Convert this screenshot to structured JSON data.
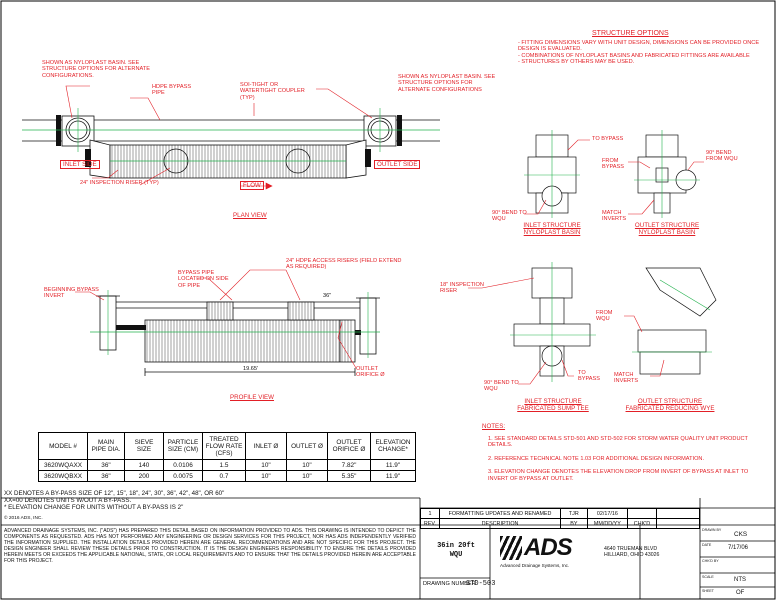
{
  "structure_options": {
    "title": "STRUCTURE OPTIONS",
    "items": [
      "- FITTING DIMENSIONS VARY WITH UNIT DESIGN, DIMENSIONS CAN BE PROVIDED ONCE DESIGN IS EVALUATED.",
      "- COMBINATIONS OF NYLOPLAST BASINS AND FABRICATED FITTINGS ARE AVAILABLE",
      "- STRUCTURES BY OTHERS MAY BE USED."
    ]
  },
  "plan_view": {
    "title": "PLAN VIEW",
    "note_left": "SHOWN AS NYLOPLAST BASIN. SEE STRUCTURE OPTIONS FOR ALTERNATE CONFIGURATIONS.",
    "note_bypass": "HDPE BYPASS PIPE",
    "note_coupler": "SOI-TIGHT OR WATERTIGHT COUPLER (TYP)",
    "note_right": "SHOWN AS NYLOPLAST BASIN. SEE STRUCTURE OPTIONS FOR ALTERNATE CONFIGURATIONS",
    "inlet_side": "INLET SIDE",
    "outlet_side": "OUTLET SIDE",
    "riser": "24\" INSPECTION RISER (TYP)",
    "flow": "FLOW"
  },
  "profile_view": {
    "title": "PROFILE VIEW",
    "note_access": "24\" HDPE ACCESS RISERS (FIELD EXTEND AS REQUIRED)",
    "note_bypass": "BYPASS PIPE LOCATED ON SIDE OF PIPE",
    "note_invert": "BEGINNING BYPASS INVERT",
    "dim_36": "36\"",
    "dim_length": "19.65'",
    "outlet_orifice": "OUTLET ORIFICE Ø"
  },
  "details": {
    "inlet_nylo": {
      "to_bypass": "TO BYPASS",
      "bend": "90° BEND TO WQU",
      "title1": "INLET STRUCTURE",
      "title2": "NYLOPLAST BASIN"
    },
    "outlet_nylo": {
      "from_bypass": "FROM BYPASS",
      "bend": "90° BEND FROM WQU",
      "match": "MATCH INVERTS",
      "title1": "OUTLET STRUCTURE",
      "title2": "NYLOPLAST BASIN"
    },
    "inlet_fab": {
      "riser": "18\" INSPECTION RISER",
      "bend": "90° BEND TO WQU",
      "to_bypass": "TO BYPASS",
      "title1": "INLET STRUCTURE",
      "title2": "FABRICATED SUMP TEE"
    },
    "outlet_fab": {
      "from_wqu": "FROM WQU",
      "match": "MATCH INVERTS",
      "title1": "OUTLET STRUCTURE",
      "title2": "FABRICATED REDUCING WYE"
    }
  },
  "notes": {
    "title": "NOTES:",
    "items": [
      "1. SEE STANDARD DETAILS STD-501 AND STD-502 FOR STORM WATER QUALITY UNIT PRODUCT DETAILS.",
      "2. REFERENCE TECHNICAL NOTE 1.03 FOR ADDITIONAL DESIGN INFORMATION.",
      "3. ELEVATION CHANGE DENOTES THE ELEVATION DROP FROM INVERT OF BYPASS AT INLET TO INVERT OF BYPASS AT OUTLET."
    ]
  },
  "spec_table": {
    "headers": [
      "MODEL #",
      "MAIN PIPE DIA.",
      "SIEVE SIZE",
      "PARTICLE SIZE (CM)",
      "TREATED FLOW RATE (CFS)",
      "INLET Ø",
      "OUTLET Ø",
      "OUTLET ORIFICE Ø",
      "ELEVATION CHANGE*"
    ],
    "rows": [
      [
        "3620WQAXX",
        "36\"",
        "140",
        "0.0106",
        "1.5",
        "10\"",
        "10\"",
        "7.82\"",
        "11.9\""
      ],
      [
        "3620WQBXX",
        "36\"",
        "200",
        "0.0075",
        "0.7",
        "10\"",
        "10\"",
        "5.35\"",
        "11.9\""
      ]
    ]
  },
  "footnotes": [
    "XX DENOTES A BY-PASS SIZE OF 12\", 15\", 18\", 24\", 30\", 36\", 42\", 48\", OR 60\"",
    "XX=00 DENOTES UNITS W/OUT A BY-PASS.",
    "* ELEVATION CHANGE FOR UNITS WITHOUT A BY-PASS IS 2\""
  ],
  "copyright": "© 2016 ADS, INC.",
  "disclaimer": "ADVANCED DRAINAGE SYSTEMS, INC. (\"ADS\") HAS PREPARED THIS DETAIL BASED ON INFORMATION PROVIDED TO ADS. THIS DRAWING IS INTENDED TO DEPICT THE COMPONENTS AS REQUESTED. ADS HAS NOT PERFORMED ANY ENGINEERING OR DESIGN SERVICES FOR THIS PROJECT, NOR HAS ADS INDEPENDENTLY VERIFIED THE INFORMATION SUPPLIED. THE INSTALLATION DETAILS PROVIDED HEREIN ARE GENERAL RECOMMENDATIONS AND ARE NOT SPECIFIC FOR THIS PROJECT. THE DESIGN ENGINEER SHALL REVIEW THESE DETAILS PRIOR TO CONSTRUCTION. IT IS THE DESIGN ENGINEERS RESPONSIBILITY TO ENSURE THE DETAILS PROVIDED HEREIN MEETS OR EXCEEDS THE APPLICABLE NATIONAL, STATE, OR LOCAL REQUIREMENTS AND TO ENSURE THAT THE DETAILS PROVIDED HEREIN ARE ACCEPTABLE FOR THIS PROJECT.",
  "revision": {
    "row": [
      "1",
      "FORMATTING UPDATES AND RENAMED",
      "TJR",
      "02/17/16",
      "",
      ""
    ],
    "header": [
      "REV.",
      "DESCRIPTION",
      "BY",
      "MM/DD/YY",
      "CHK'D",
      ""
    ]
  },
  "title_block": {
    "title_line1": "36in 20ft",
    "title_line2": "WQU",
    "drawing_number_label": "DRAWING NUMBER:",
    "drawing_number": "STD-503",
    "company_logo": "ADS",
    "company_sub": "Advanced Drainage Systems, Inc.",
    "address1": "4640 TRUEMAN BLVD",
    "address2": "HILLIARD, OHIO 43026",
    "drawn_by_label": "DRAWN BY",
    "drawn_by": "CKS",
    "date_label": "DATE",
    "date": "7/17/06",
    "chk_label": "CHK'D BY",
    "chk": "",
    "scale_label": "SCALE",
    "scale": "NTS",
    "sheet_label": "SHEET",
    "sheet": "OF"
  },
  "colors": {
    "annotation": "#e21f26",
    "centerline": "#22b14c",
    "line": "#111111"
  }
}
